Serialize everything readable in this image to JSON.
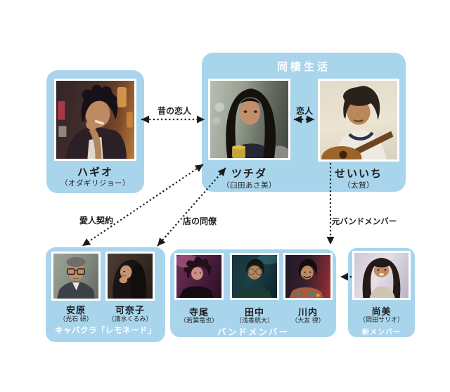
{
  "diagram": {
    "groups": {
      "cohabitation": "同棲生活",
      "cabaret": "キャバクラ「レモネード」",
      "band": "バンドメンバー",
      "new_member": "新メンバー"
    },
    "people": {
      "hagio": {
        "name": "ハギオ",
        "actor": "（オダギリジョー）"
      },
      "tsuchida": {
        "name": "ツチダ",
        "actor": "（臼田あさ美）"
      },
      "seiichi": {
        "name": "せいいち",
        "actor": "（太賀）"
      },
      "yasuhara": {
        "name": "安原",
        "actor": "（光石 研）"
      },
      "kanako": {
        "name": "可奈子",
        "actor": "（清水くるみ）"
      },
      "terao": {
        "name": "寺尾",
        "actor": "（若葉竜也）"
      },
      "tanaka": {
        "name": "田中",
        "actor": "（浅香航大）"
      },
      "kawauchi": {
        "name": "川内",
        "actor": "（大友 律）"
      },
      "naomi": {
        "name": "尚美",
        "actor": "（岡田サリオ）"
      }
    },
    "relations": {
      "old_lovers": "昔の恋人",
      "lovers": "恋人",
      "mistress_contract": "愛人契約",
      "shop_colleague": "店の同僚",
      "ex_band_member": "元バンドメンバー"
    },
    "colors": {
      "box_blue": "#a9d5ec",
      "arrow": "#1a1a1a",
      "group_label": "#ffffff"
    }
  }
}
